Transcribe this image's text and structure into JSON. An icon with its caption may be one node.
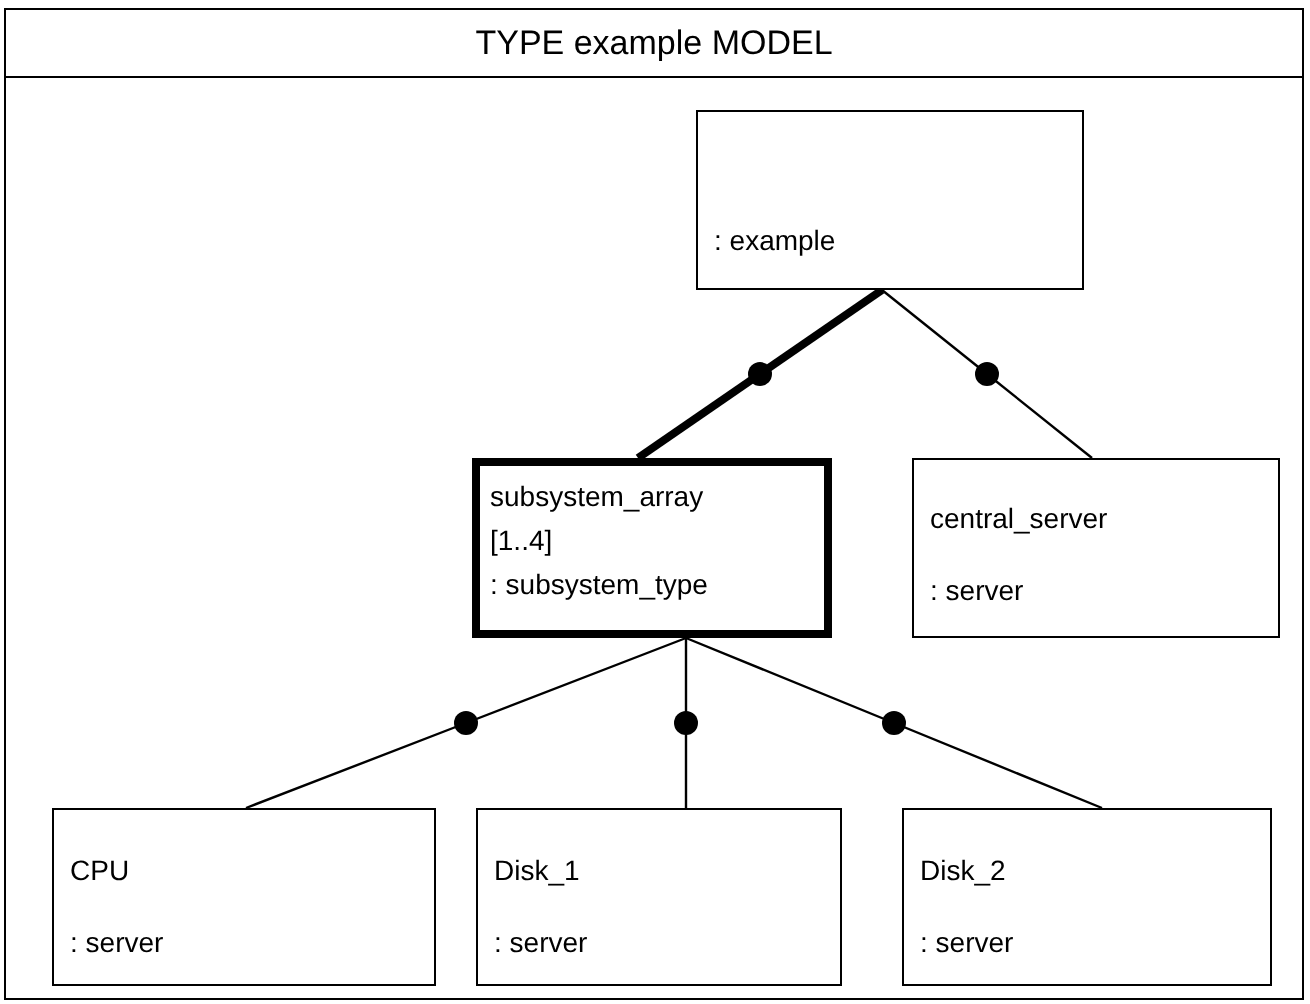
{
  "diagram": {
    "nodes": [
      {
        "text": [
          "TYPE example MODEL"
        ]
      },
      {
        "text": [
          ": example"
        ],
        "in": 0
      },
      {
        "text": [
          "subsystem_array",
          "[1..4]",
          ": subsystem_type"
        ],
        "in": 0
      },
      {
        "text": [
          "central_server",
          ": server"
        ],
        "in": 0
      },
      {
        "text": [
          "CPU",
          ": server"
        ],
        "in": 0
      },
      {
        "text": [
          "Disk_1",
          ": server"
        ],
        "in": 0
      },
      {
        "text": [
          "Disk_2",
          ": server"
        ],
        "in": 0
      }
    ],
    "edges": [
      {
        "from": 1,
        "to": 2,
        "arrow": "none",
        "style": "thick"
      },
      {
        "from": 1,
        "to": 3,
        "arrow": "none"
      },
      {
        "from": 2,
        "to": 4,
        "arrow": "none"
      },
      {
        "from": 2,
        "to": 5,
        "arrow": "none"
      },
      {
        "from": 2,
        "to": 6,
        "arrow": "none"
      }
    ]
  }
}
